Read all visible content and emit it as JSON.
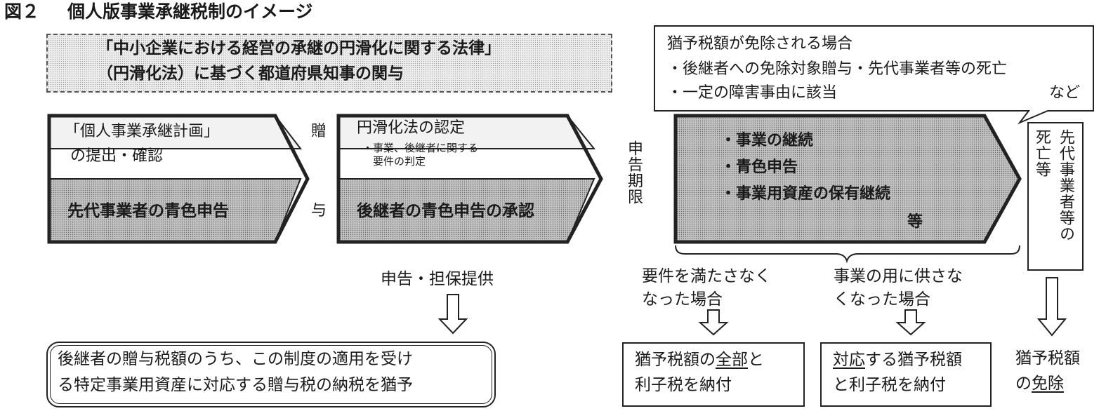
{
  "figure_label": "図２",
  "figure_title": "個人版事業承継税制のイメージ",
  "law_box": {
    "line1": "「中小企業における経営の承継の円滑化に関する法律」",
    "line2": "（円滑化法）に基づく都道府県知事の関与"
  },
  "exemption_callout": {
    "title": "猶予税額が免除される場合",
    "item1": "・後継者への免除対象贈与・先代事業者等の死亡",
    "item2": "・一定の障害事由に該当",
    "suffix": "など"
  },
  "arrow1": {
    "top_line1": "「個人事業承継計画」",
    "top_line2": "の提出・確認",
    "bottom": "先代事業者の青色申告"
  },
  "gift_label": {
    "top": "贈",
    "bottom": "与"
  },
  "arrow2": {
    "title": "円滑化法の認定",
    "sub_line1": "・事業、後継者に関する",
    "sub_line2": "要件の判定",
    "bottom": "後継者の青色申告の承認"
  },
  "deadline_label": "申告期限",
  "arrow3": {
    "item1": "・事業の継続",
    "item2": "・青色申告",
    "item3": "・事業用資産の保有継続",
    "suffix": "等"
  },
  "death_label": {
    "col1": "死亡等",
    "col2": "先代事業者等の"
  },
  "filing_label": "申告・担保提供",
  "deferral_box": {
    "line1": "後継者の贈与税額のうち、この制度の適用を受け",
    "line2": "る特定事業用資産に対応する贈与税の納税を猶予"
  },
  "case1": {
    "condition_line1": "要件を満たさなく",
    "condition_line2": "なった場合",
    "result_line1_pre": "猶予税額の",
    "result_line1_u": "全部",
    "result_line1_post": "と",
    "result_line2": "利子税を納付"
  },
  "case2": {
    "condition_line1": "事業の用に供さな",
    "condition_line2": "くなった場合",
    "result_line1_u": "対応",
    "result_line1_post": "する猶予税額",
    "result_line2": "と利子税を納付"
  },
  "case3": {
    "result_line1": "猶予税額",
    "result_line2_pre": "の",
    "result_line2_u": "免除"
  }
}
